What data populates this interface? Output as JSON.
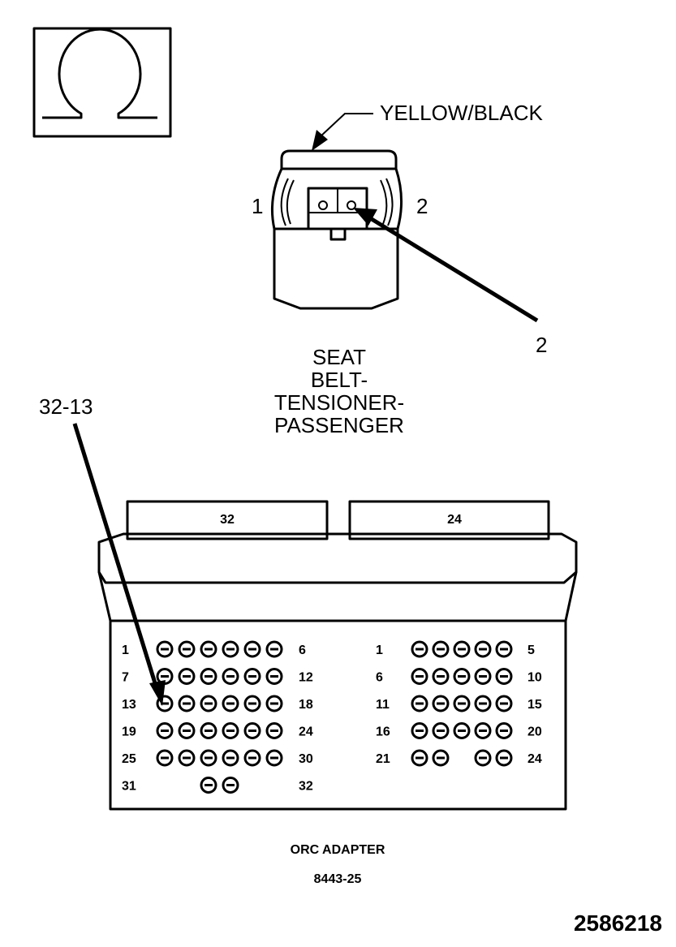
{
  "symbol": {
    "glyph": "ohm-icon"
  },
  "connector": {
    "color_label": "YELLOW/BLACK",
    "pin_left": "1",
    "pin_right": "2",
    "callout": "2",
    "title_lines": [
      "SEAT",
      "BELT-",
      "TENSIONER-",
      "PASSENGER"
    ]
  },
  "adapter": {
    "callout": "32-13",
    "title": "ORC ADAPTER",
    "part_number": "8443-25",
    "left_header": "32",
    "right_header": "24",
    "left_rows": [
      {
        "start": "1",
        "end": "6",
        "pins": 6
      },
      {
        "start": "7",
        "end": "12",
        "pins": 6
      },
      {
        "start": "13",
        "end": "18",
        "pins": 6
      },
      {
        "start": "19",
        "end": "24",
        "pins": 6
      },
      {
        "start": "25",
        "end": "30",
        "pins": 6
      },
      {
        "start": "31",
        "end": "32",
        "pins": 2
      }
    ],
    "right_rows": [
      {
        "start": "1",
        "end": "5",
        "pins": 5
      },
      {
        "start": "6",
        "end": "10",
        "pins": 5
      },
      {
        "start": "11",
        "end": "15",
        "pins": 5
      },
      {
        "start": "16",
        "end": "20",
        "pins": 5
      },
      {
        "start": "21",
        "end": "24",
        "pins": 4
      }
    ]
  },
  "figure_id": "2586218"
}
